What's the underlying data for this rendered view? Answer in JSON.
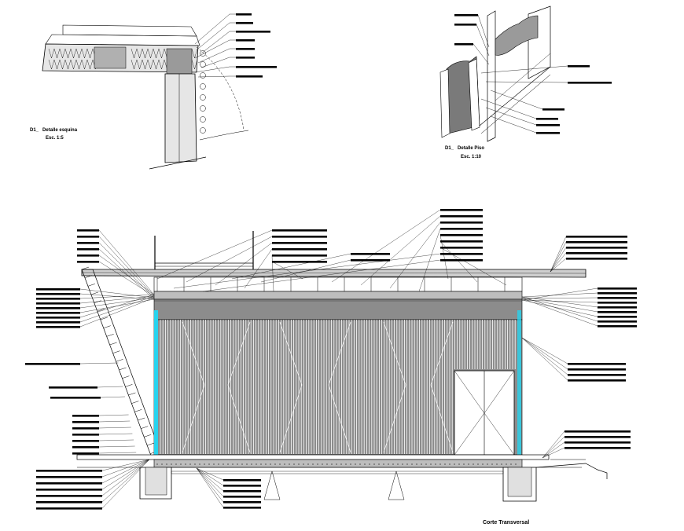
{
  "drawing": {
    "detail_corner": {
      "code": "D1_",
      "title": "Detalle esquina",
      "scale": "Esc. 1:5"
    },
    "detail_floor": {
      "code": "D1_",
      "title": "Detalle Piso",
      "scale": "Esc. 1:10"
    },
    "main_section": {
      "title": "Corte Transversal"
    },
    "colors": {
      "line": "#000000",
      "fill_grey": "#8c8c8c",
      "fill_light": "#d9d9d9",
      "glass": "#27d3ee"
    }
  }
}
